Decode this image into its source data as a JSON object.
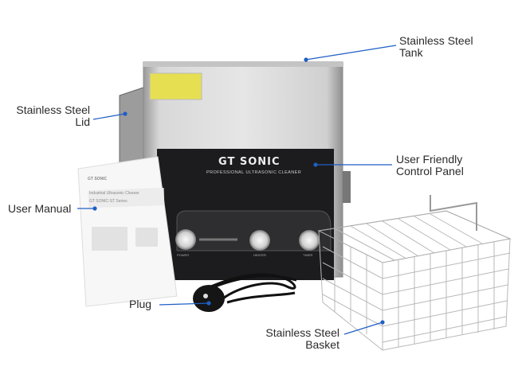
{
  "callouts": {
    "tank": {
      "line1": "Stainless Steel",
      "line2": "Tank"
    },
    "lid": {
      "line1": "Stainless Steel",
      "line2": "Lid"
    },
    "control_panel": {
      "line1": "User Friendly",
      "line2": "Control Panel"
    },
    "manual": {
      "line1": "User Manual"
    },
    "plug": {
      "line1": "Plug"
    },
    "basket": {
      "line1": "Stainless Steel",
      "line2": "Basket"
    }
  },
  "product": {
    "brand": "GT SONIC",
    "tagline": "PROFESSIONAL ULTRASONIC CLEANER",
    "knobs": [
      "POWER",
      "HEATER",
      "TIMER"
    ]
  },
  "manual_doc": {
    "brand": "GT SONIC",
    "title": "Industrial Ultrasonic Cleaner",
    "series": "GT SONIC-ST Series"
  },
  "colors": {
    "accent": "#1f5fc4",
    "text": "#2b2b2b",
    "panel": "#1c1c1e"
  }
}
